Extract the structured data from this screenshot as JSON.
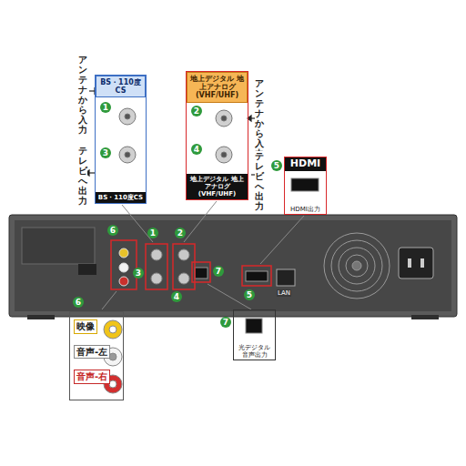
{
  "diagram": {
    "nodes": [
      {
        "text": [
          "BS・110度CS",
          "BS・110度CS"
        ]
      },
      {
        "text": [
          "地上デジタル 地上アナログ (VHF/UHF)",
          "地上デジタル 地上アナログ (VHF/UHF)"
        ]
      },
      {
        "text": [
          "HDMI",
          "HDMI出力"
        ]
      },
      {
        "text": [
          "光デジタル 音声出力"
        ]
      },
      {
        "text": [
          "映像",
          "音声-左",
          "音声-右"
        ]
      }
    ],
    "labels": [
      "アンテナから入力",
      "テレビへ出力",
      "アンテナから入力",
      "テレビへ出力",
      "1",
      "3",
      "2",
      "4",
      "5",
      "7",
      "6",
      "6",
      "1",
      "3",
      "2",
      "4",
      "7",
      "5",
      "LAN"
    ]
  }
}
